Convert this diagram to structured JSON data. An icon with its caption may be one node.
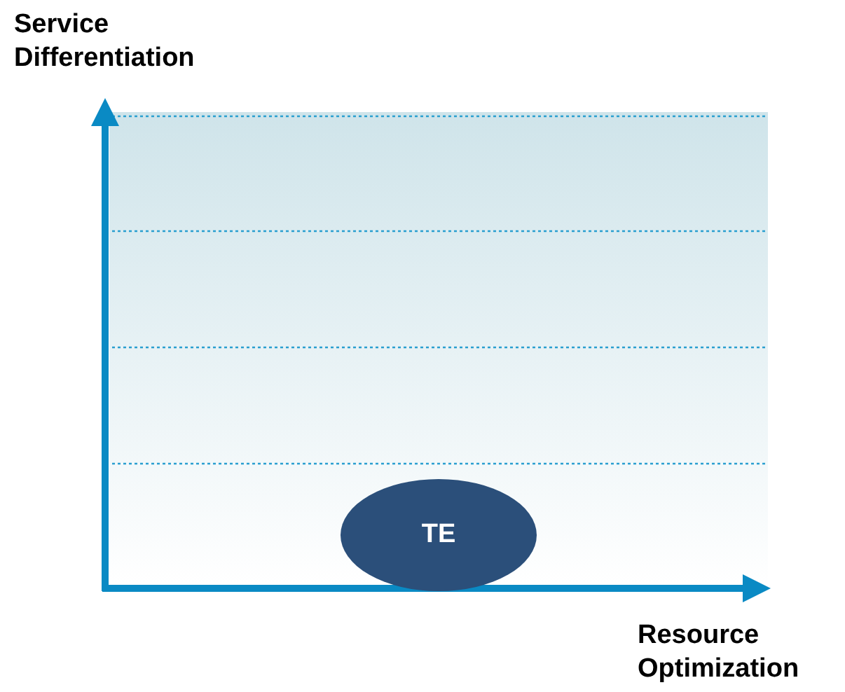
{
  "diagram": {
    "nodes": [
      {
        "text": [
          "TE"
        ]
      }
    ],
    "labels": [
      "Service Differentiation",
      "Resource Optimization"
    ]
  }
}
